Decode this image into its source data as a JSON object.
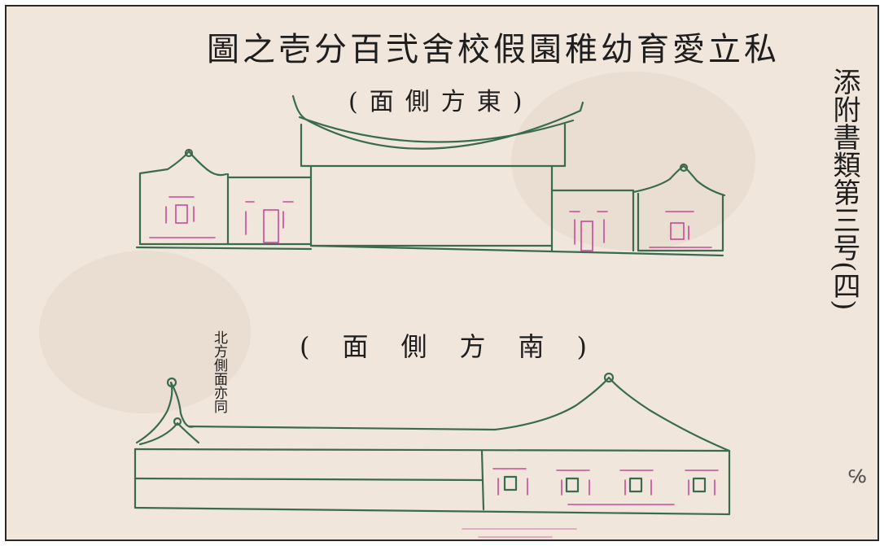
{
  "title": "私立愛育幼稚園假校舍弐百分壱之圖",
  "east_view": {
    "caption": "(東方側面)"
  },
  "south_view": {
    "caption": "(南方側面)",
    "north_note": "北方側面亦同"
  },
  "side_note": "添附書類第三号(四)",
  "corner_mark": "℅",
  "colors": {
    "paper": "#f1e6dc",
    "ink": "#1e1e1e",
    "outline": "#3b6b4f",
    "annotation": "#c74a9a"
  }
}
